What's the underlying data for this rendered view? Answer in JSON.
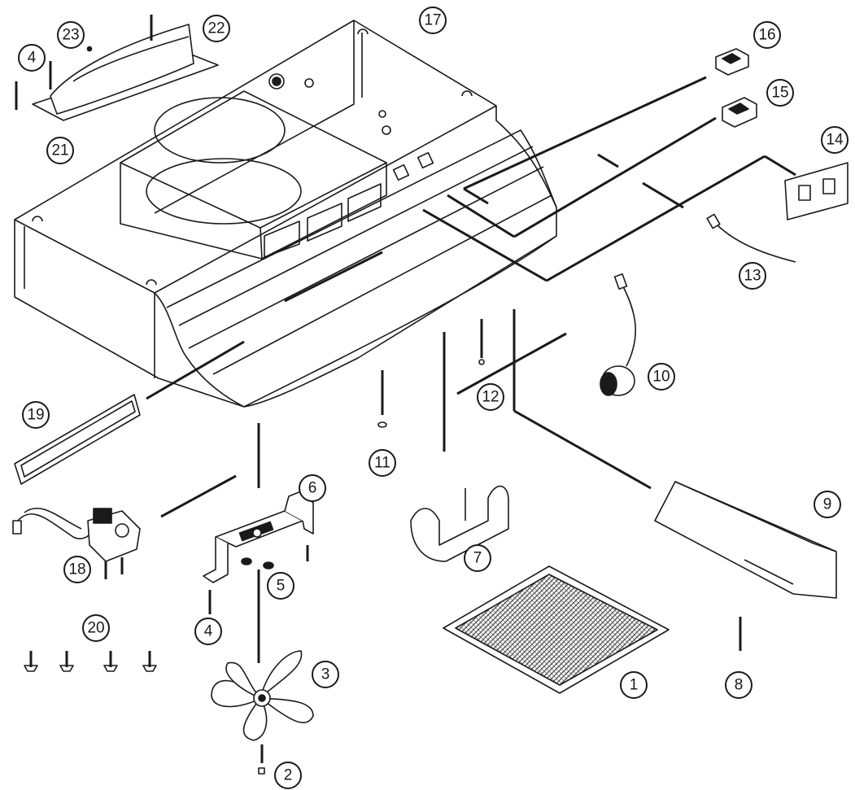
{
  "diagram": {
    "callouts": [
      "1",
      "2",
      "3",
      "4",
      "4",
      "5",
      "6",
      "7",
      "8",
      "9",
      "10",
      "11",
      "12",
      "13",
      "14",
      "15",
      "16",
      "17",
      "18",
      "19",
      "20",
      "21",
      "22",
      "23"
    ]
  }
}
